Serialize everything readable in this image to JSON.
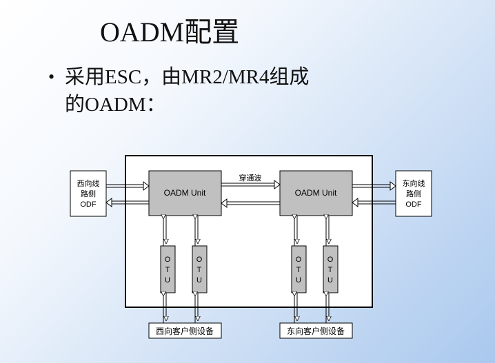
{
  "slide": {
    "title": "OADM配置",
    "bullet": "采用ESC，由MR2/MR4组成的OADM："
  },
  "diagram": {
    "west_odf": [
      "西向线",
      "路侧",
      "ODF"
    ],
    "east_odf": [
      "东向线",
      "路侧",
      "ODF"
    ],
    "oadm_unit_left": "OADM Unit",
    "oadm_unit_right": "OADM Unit",
    "passthrough_label": "穿通波",
    "otu_label": "OTU",
    "west_client": "西向客户侧设备",
    "east_client": "东向客户侧设备"
  },
  "colors": {
    "unit_fill": "#c0c0c0",
    "box_fill": "#ffffff",
    "line": "#000000"
  }
}
